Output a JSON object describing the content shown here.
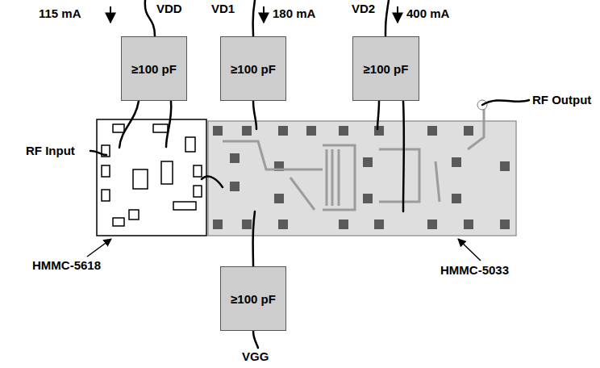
{
  "diagram": {
    "nodes": [
      {
        "text": [
          "≥100 pF"
        ]
      },
      {
        "text": [
          "≥100 pF"
        ]
      },
      {
        "text": [
          "≥100 pF"
        ]
      },
      {
        "text": [
          "≥100 pF"
        ]
      }
    ],
    "labels": [
      "115 mA",
      "VDD",
      "VD1",
      "180 mA",
      "VD2",
      "400 mA",
      "RF Input",
      "RF Output",
      "HMMC-5618",
      "HMMC-5033",
      "VGG"
    ]
  }
}
